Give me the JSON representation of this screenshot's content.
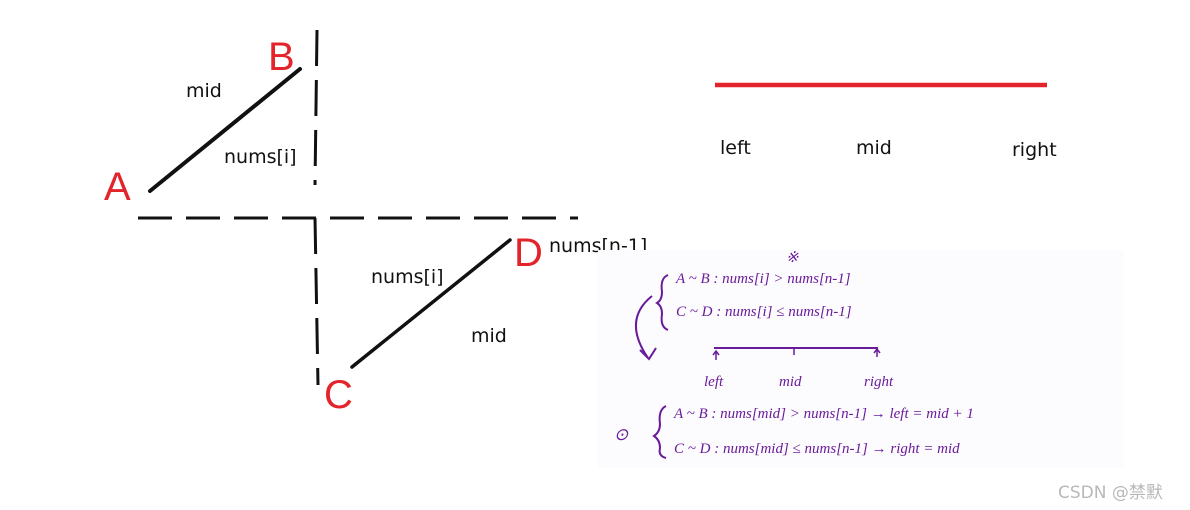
{
  "colors": {
    "red": "#e3242b",
    "purple": "#6a1b9a",
    "ink": "#111111",
    "watermark": "#b8b8b8"
  },
  "diagram": {
    "points": {
      "a": "A",
      "b": "B",
      "c": "C",
      "d": "D"
    },
    "labels": {
      "mid_top": "mid",
      "nums_i_top": "nums[i]",
      "nums_n1": "nums[n-1]",
      "nums_i_bottom": "nums[i]",
      "mid_bottom": "mid"
    }
  },
  "range_bar": {
    "left": "left",
    "mid": "mid",
    "right": "right"
  },
  "handwritten": {
    "star": "※",
    "line1": "A ~ B :   nums[i] > nums[n-1]",
    "line2": "C ~ D :   nums[i] ≤ nums[n-1]",
    "mini_left": "left",
    "mini_mid": "mid",
    "mini_right": "right",
    "marker": "⊙",
    "line3": "A ~ B :  nums[mid] > nums[n-1]  →  left = mid + 1",
    "line4": "C ~ D :  nums[mid] ≤ nums[n-1]  →  right = mid"
  },
  "watermark": "CSDN @禁默"
}
